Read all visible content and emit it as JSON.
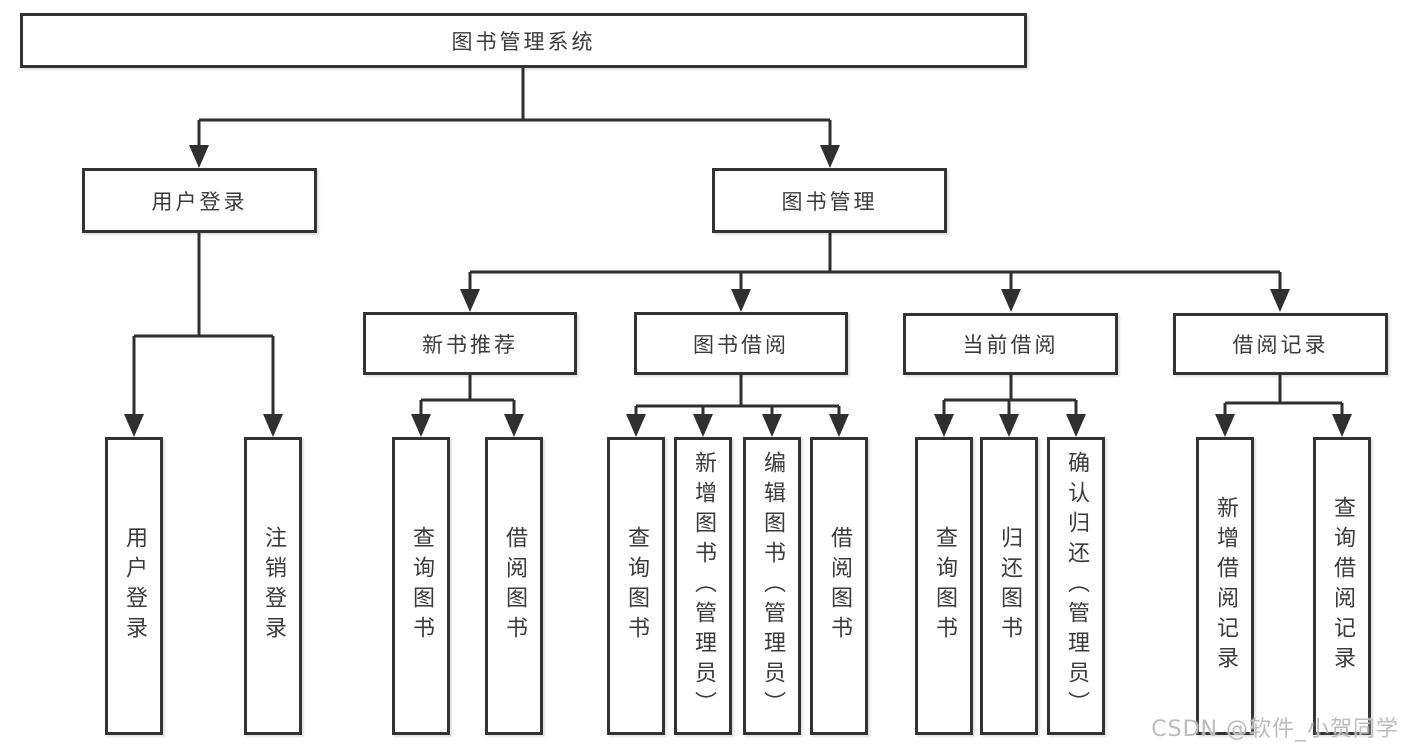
{
  "diagram": {
    "root": "图书管理系统",
    "user_login": "用户登录",
    "book_management": "图书管理",
    "user_login_children": [
      "用户登录",
      "注销登录"
    ],
    "new_book_recommend": "新书推荐",
    "new_book_recommend_children": [
      "查询图书",
      "借阅图书"
    ],
    "book_borrow": "图书借阅",
    "book_borrow_children": [
      "查询图书",
      "新增图书（管理员）",
      "编辑图书（管理员）",
      "借阅图书"
    ],
    "current_borrow": "当前借阅",
    "current_borrow_children": [
      "查询图书",
      "归还图书",
      "确认归还（管理员）"
    ],
    "borrow_records": "借阅记录",
    "borrow_records_children": [
      "新增借阅记录",
      "查询借阅记录"
    ]
  },
  "colors": {
    "line": "#2f2f2f",
    "box_border": "#333333",
    "text": "#3b3b3b",
    "watermark": "#bcbcbc",
    "background": "#ffffff"
  },
  "watermark": "CSDN @软件_小贺同学"
}
